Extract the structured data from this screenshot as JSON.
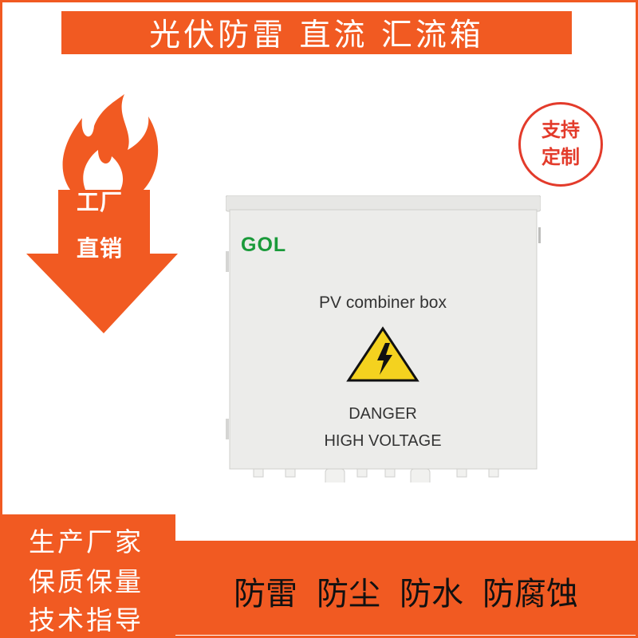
{
  "banner": {
    "title": "光伏防雷  直流  汇流箱"
  },
  "stamp": {
    "line1": "支持",
    "line2": "定制"
  },
  "promo": {
    "line1": "工厂",
    "line2": "直销"
  },
  "product": {
    "logo": "GOL",
    "label": "PV combiner box",
    "warning_line1": "DANGER",
    "warning_line2": "HIGH VOLTAGE"
  },
  "guarantees": [
    "生产厂家",
    "保质保量",
    "技术指导"
  ],
  "features": [
    "防雷",
    "防尘",
    "防水",
    "防腐蚀"
  ],
  "colors": {
    "brand": "#f15a22",
    "logo_green": "#1a9a3a",
    "warning_yellow": "#f4d21f"
  }
}
